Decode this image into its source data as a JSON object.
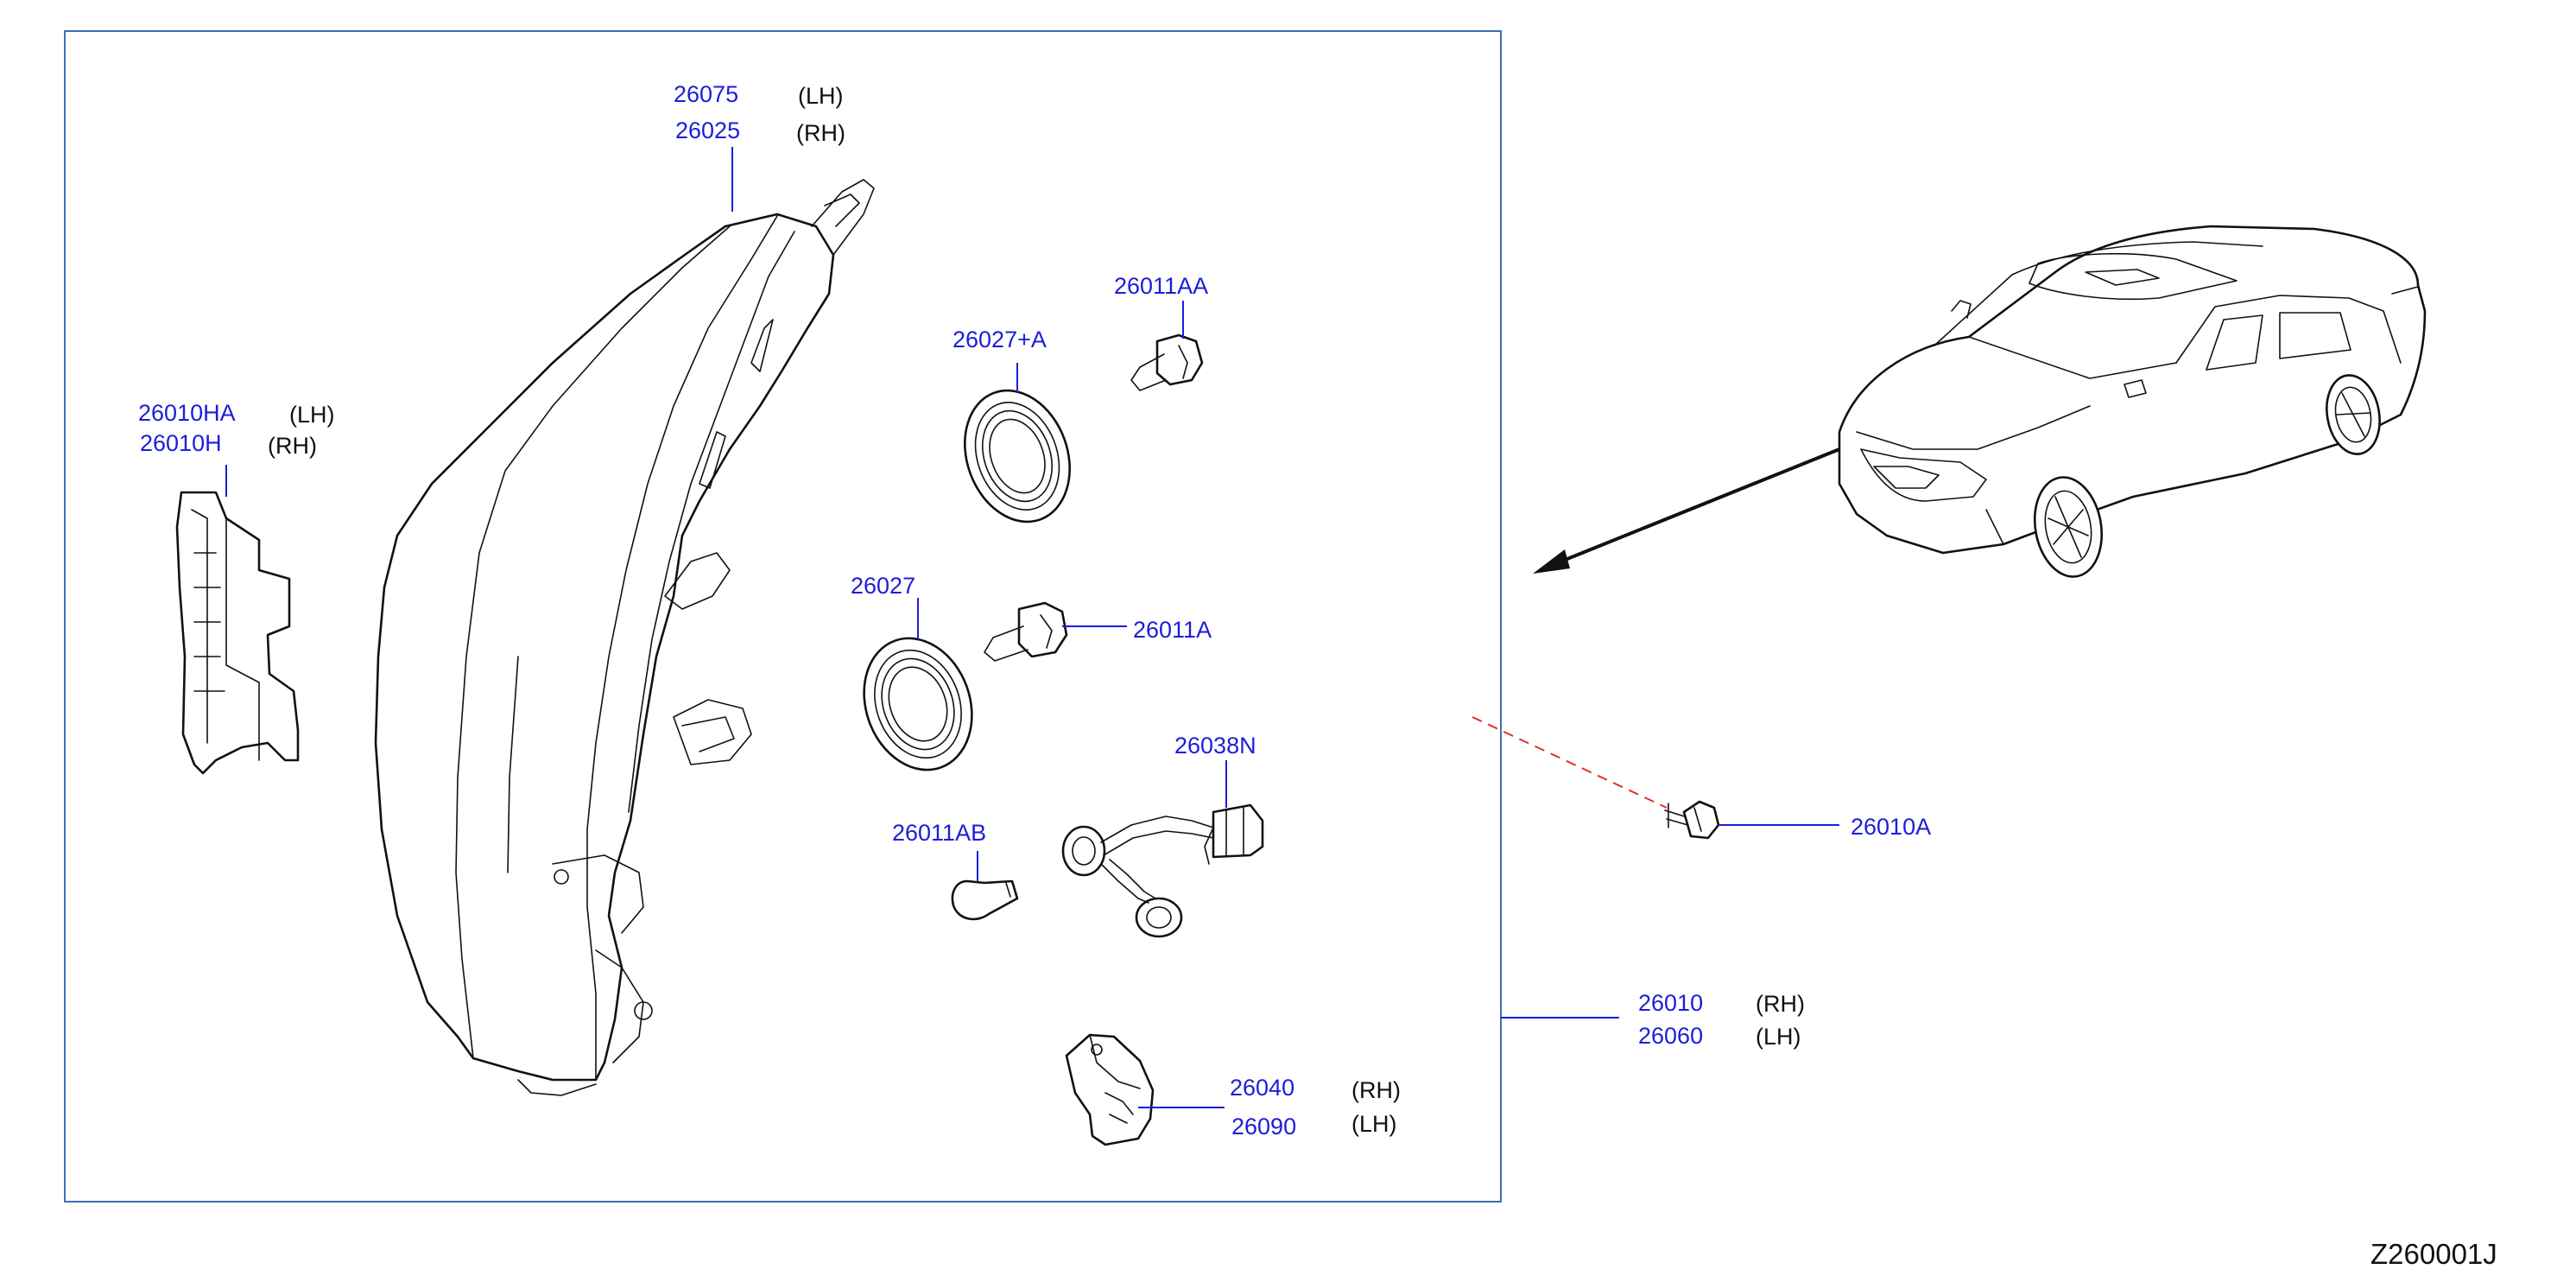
{
  "diagram_code": "Z260001J",
  "colors": {
    "part_number": "#1d1ddb",
    "frame": "#3a6fb5",
    "dashed_leader": "#e03030",
    "line_art": "#111111"
  },
  "callouts": {
    "headlamp_lh": {
      "part": "26075",
      "side": "(LH)"
    },
    "headlamp_rh": {
      "part": "26025",
      "side": "(RH)"
    },
    "bracket_lh": {
      "part": "26010HA",
      "side": "(LH)"
    },
    "bracket_rh": {
      "part": "26010H",
      "side": "(RH)"
    },
    "cap_a": {
      "part": "26027+A"
    },
    "bulb_aa": {
      "part": "26011AA"
    },
    "cap": {
      "part": "26027"
    },
    "bulb_a": {
      "part": "26011A"
    },
    "harness": {
      "part": "26038N"
    },
    "bulb_ab": {
      "part": "26011AB"
    },
    "screw": {
      "part": "26010A"
    },
    "assembly_rh": {
      "part": "26010",
      "side": "(RH)"
    },
    "assembly_lh": {
      "part": "26060",
      "side": "(LH)"
    },
    "module_rh": {
      "part": "26040",
      "side": "(RH)"
    },
    "module_lh": {
      "part": "26090",
      "side": "(LH)"
    }
  }
}
